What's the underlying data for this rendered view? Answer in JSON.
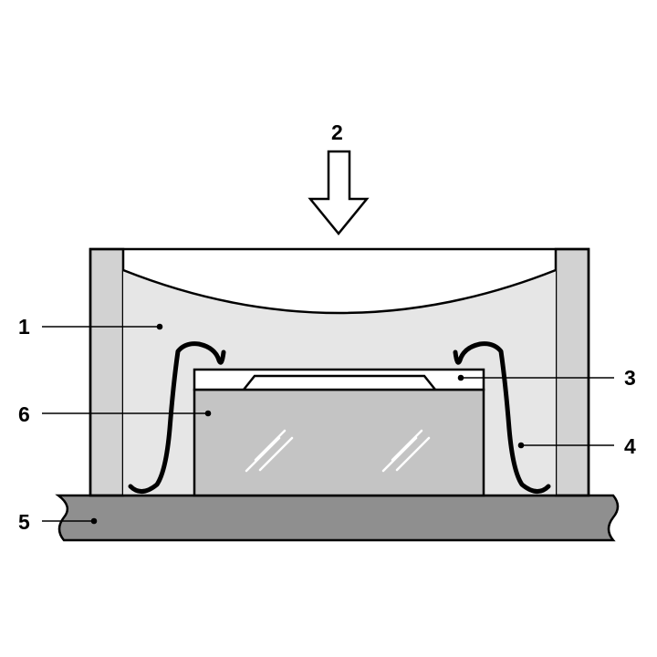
{
  "colors": {
    "outline": "#000000",
    "fill_light": "#e6e6e6",
    "fill_mid": "#d2d2d2",
    "fill_chip": "#c4c4c4",
    "fill_board": "#8f8f8f",
    "background": "#ffffff"
  },
  "callouts": [
    {
      "id": "1",
      "label": "1",
      "part": "housing"
    },
    {
      "id": "2",
      "label": "2",
      "part": "force-arrow"
    },
    {
      "id": "3",
      "label": "3",
      "part": "top-plate"
    },
    {
      "id": "4",
      "label": "4",
      "part": "spring-clip"
    },
    {
      "id": "5",
      "label": "5",
      "part": "board"
    },
    {
      "id": "6",
      "label": "6",
      "part": "chip"
    }
  ]
}
